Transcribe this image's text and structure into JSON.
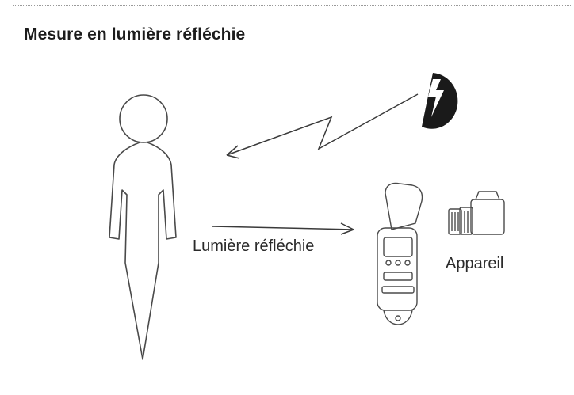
{
  "title": "Mesure en lumière réfléchie",
  "labels": {
    "reflected_light": "Lumière réfléchie",
    "camera": "Appareil"
  },
  "icons": {
    "subject": "person-icon",
    "flash": "flash-icon",
    "meter": "light-meter-icon",
    "camera": "camera-icon"
  },
  "colors": {
    "line": "#4a4a4a",
    "text": "#1c1c1c"
  }
}
